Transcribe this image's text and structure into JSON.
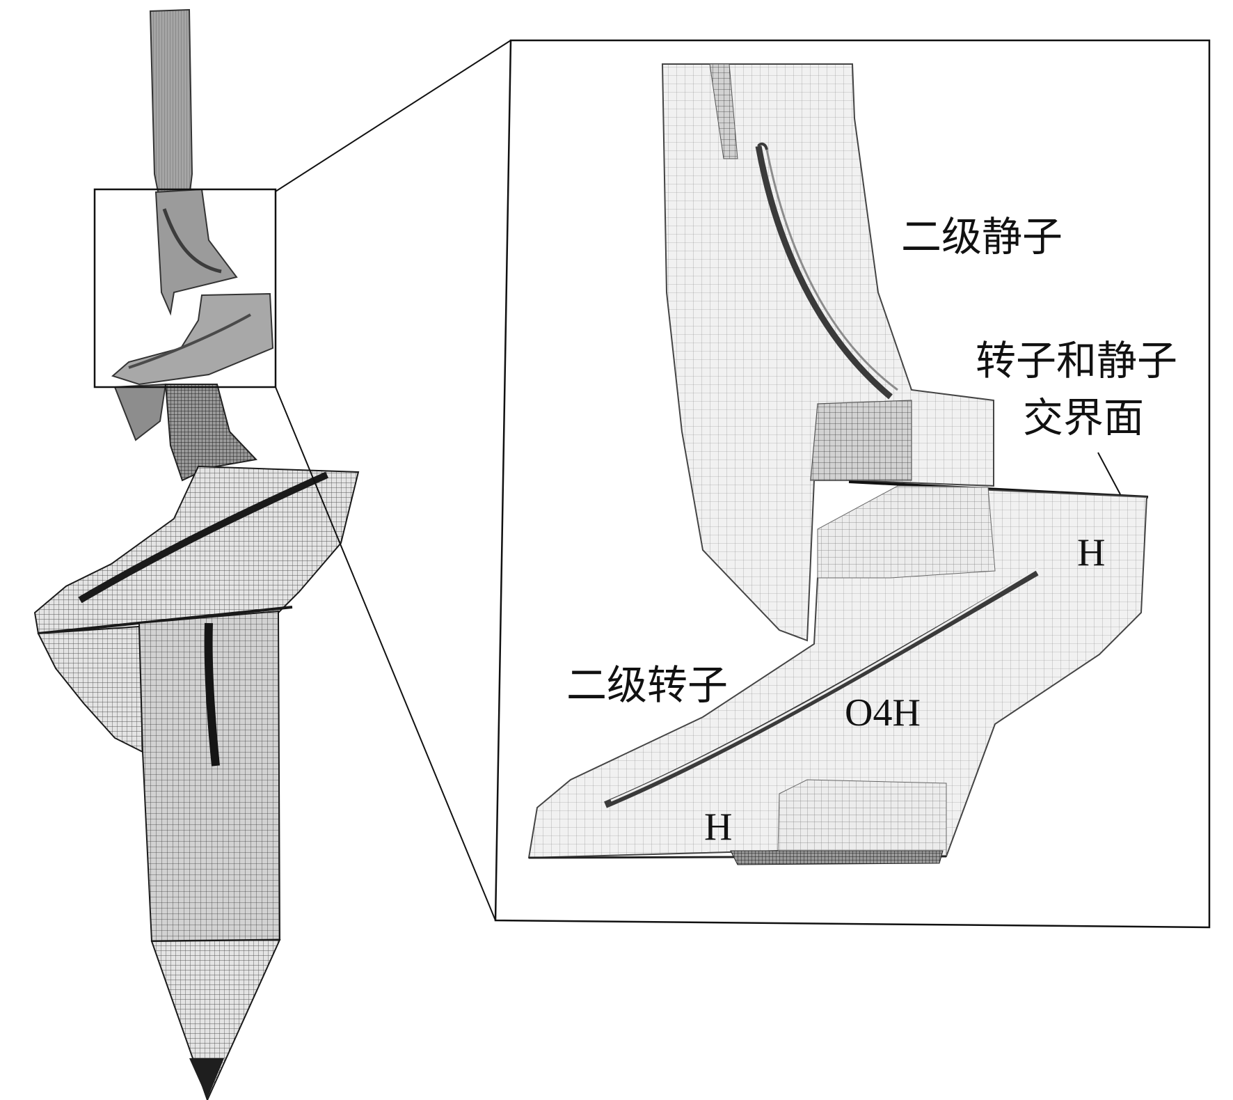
{
  "labels": {
    "stator2": "二级静子",
    "interface_line1": "转子和静子",
    "interface_line2": "交界面",
    "rotor2": "二级转子",
    "h_upper": "H",
    "o4h": "O4H",
    "h_lower": "H"
  },
  "colors": {
    "mesh_dark": "#2a2a2a",
    "mesh_medium": "#7a7a7a",
    "mesh_light": "#c9c9c9",
    "surface_fill": "#d9d9d9",
    "outline": "#222222"
  }
}
